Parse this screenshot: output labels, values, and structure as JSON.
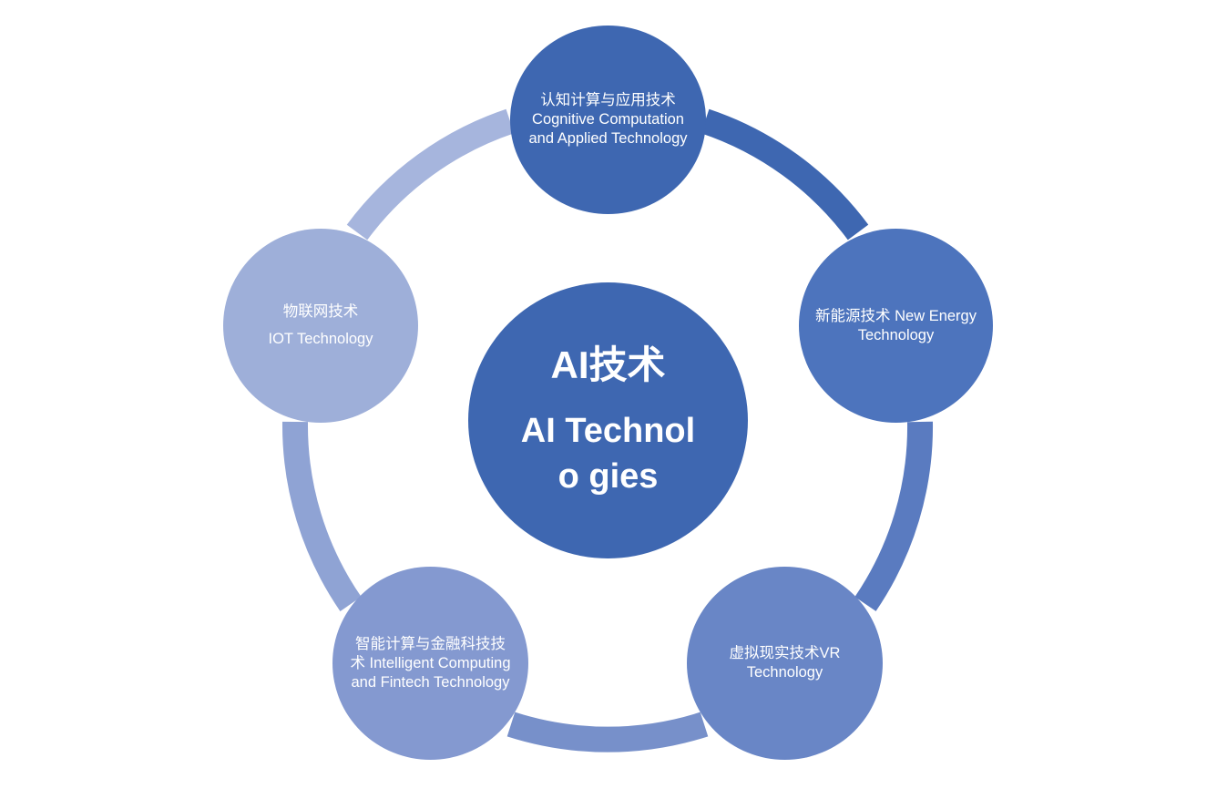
{
  "center": {
    "title_zh": "AI技术",
    "title_en": "AI Technolo gies",
    "color": "#3e67b1"
  },
  "nodes": {
    "cognitive": {
      "label": "认知计算与应用技术Cognitive Computation and Applied Technology",
      "color": "#3e67b1"
    },
    "energy": {
      "label": "新能源技术 New Energy Technology",
      "color": "#4d74bd"
    },
    "vr": {
      "label": "虚拟现实技术VR Technology",
      "color": "#6986c6"
    },
    "fintech": {
      "label": "智能计算与金融科技技术 Intelligent Computing and Fintech Technology",
      "color": "#8499d0"
    },
    "iot": {
      "label_zh": "物联网技术",
      "label_en": "IOT Technology",
      "color": "#9eafd9"
    }
  }
}
